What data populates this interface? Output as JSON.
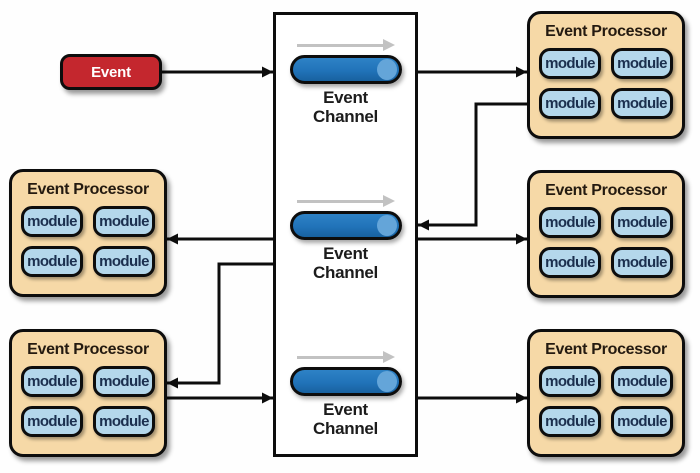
{
  "colors": {
    "event_fill": "#c4272e",
    "event_text": "#ffffff",
    "processor_fill": "#f6d9a7",
    "processor_title_text": "#241a10",
    "module_fill": "#b4d7eb",
    "module_text": "#1b2f4e",
    "channel_cylinder_fill": "#2173b9",
    "channel_cylinder_highlight": "#64a5d9",
    "channel_label_text": "#1c1c1c",
    "box_border": "#0d0d0d",
    "arrow_color": "#0d0d0d",
    "flow_arrow_color": "#c2c2c2",
    "canvas_bg": "#fefefe",
    "channel_box_bg": "#ffffff"
  },
  "event_node": {
    "label": "Event"
  },
  "channel_box": {
    "channels": [
      {
        "line1": "Event",
        "line2": "Channel"
      },
      {
        "line1": "Event",
        "line2": "Channel"
      },
      {
        "line1": "Event",
        "line2": "Channel"
      }
    ]
  },
  "processors": [
    {
      "position": "top-right",
      "title": "Event Processor",
      "modules": [
        "module",
        "module",
        "module",
        "module"
      ]
    },
    {
      "position": "middle-right",
      "title": "Event Processor",
      "modules": [
        "module",
        "module",
        "module",
        "module"
      ]
    },
    {
      "position": "bottom-right",
      "title": "Event Processor",
      "modules": [
        "module",
        "module",
        "module",
        "module"
      ]
    },
    {
      "position": "middle-left",
      "title": "Event Processor",
      "modules": [
        "module",
        "module",
        "module",
        "module"
      ]
    },
    {
      "position": "bottom-left",
      "title": "Event Processor",
      "modules": [
        "module",
        "module",
        "module",
        "module"
      ]
    }
  ],
  "connections": [
    {
      "from": "event",
      "to": "event-channel-box"
    },
    {
      "from": "event-channel-box",
      "to": "processor-top-right"
    },
    {
      "from": "processor-top-right",
      "to": "event-channel-box"
    },
    {
      "from": "event-channel-box",
      "to": "processor-middle-right"
    },
    {
      "from": "event-channel-box",
      "to": "processor-middle-left"
    },
    {
      "from": "event-channel-box",
      "to": "processor-bottom-left"
    },
    {
      "from": "processor-bottom-left",
      "to": "event-channel-box"
    },
    {
      "from": "event-channel-box",
      "to": "processor-bottom-right"
    }
  ]
}
